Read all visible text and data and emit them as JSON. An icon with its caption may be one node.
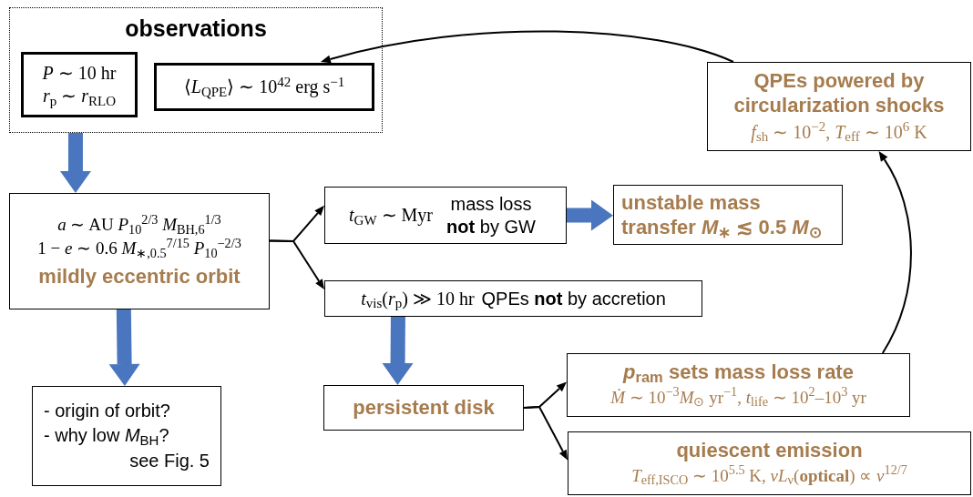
{
  "diagram": {
    "nodes": [
      {
        "text": [
          "observations"
        ]
      },
      {
        "text": [
          "*P* ∼ 10 hr",
          "*r*$_{p}$ ∼ *r*$_{RLO}$"
        ],
        "in": 0
      },
      {
        "text": [
          "⟨*L*$_{QPE}$⟩ ∼ 10$^{42}$ erg s$^{−1}$"
        ],
        "in": 0
      },
      {
        "text": [
          "QPEs powered by circularization shocks",
          "*f*$_{sh}$ ∼ 10$^{−2}$, *T*$_{eff}$ ∼ 10$^{6}$ K"
        ]
      },
      {
        "text": [
          "*a* ∼ AU *P*$_{10}$$^{2/3}$ *M*$_{BH,6}$$^{1/3}$",
          "1 − *e* ∼ 0.6 *M*$_{∗,0.5}$$^{7/15}$ *P*$_{10}$$^{−2/3}$",
          "mildly eccentric orbit"
        ]
      },
      {
        "text": [
          "*t*$_{GW}$ ∼ Myr",
          "mass loss **not** by GW"
        ]
      },
      {
        "text": [
          "unstable mass transfer *M*$_{∗}$ ≲ 0.5 *M*$_{⊙}$"
        ]
      },
      {
        "text": [
          "*t*$_{vis}$(*r*$_{p}$) ≫ 10 hr",
          "QPEs **not** by accretion"
        ]
      },
      {
        "text": [
          "- origin of orbit?",
          "- why low *M*$_{BH}$?",
          "see Fig. 5"
        ]
      },
      {
        "text": [
          "persistent disk"
        ]
      },
      {
        "text": [
          "*p*$_{ram}$ **sets mass loss rate**",
          "*Ṁ* ∼ 10$^{−3}$*M*$_{⊙}$ yr$^{−1}$, *t*$_{life}$ ∼ 10$^{2}$–10$^{3}$ yr"
        ]
      },
      {
        "text": [
          "quiescent emission",
          "*T*$_{eff,ISCO}$ ∼ 10$^{5.5}$ K, *νL*$_{ν}$(**optical**) ∝ *ν*$^{12/7}$"
        ]
      }
    ],
    "edges": [
      {
        "from": 0,
        "to": 4,
        "arrow": "to",
        "style": "thick",
        "color": "#4a76bf"
      },
      {
        "from": 4,
        "to": 5,
        "arrow": "to"
      },
      {
        "from": 4,
        "to": 7,
        "arrow": "to"
      },
      {
        "from": 5,
        "to": 6,
        "arrow": "to",
        "style": "thick",
        "color": "#4a76bf"
      },
      {
        "from": 4,
        "to": 8,
        "arrow": "to",
        "style": "thick",
        "color": "#4a76bf"
      },
      {
        "from": 7,
        "to": 9,
        "arrow": "to",
        "style": "thick",
        "color": "#4a76bf"
      },
      {
        "from": 9,
        "to": 10,
        "arrow": "to"
      },
      {
        "from": 9,
        "to": 11,
        "arrow": "to"
      },
      {
        "from": 10,
        "to": 3,
        "arrow": "to"
      },
      {
        "from": 3,
        "to": 2,
        "arrow": "to"
      }
    ]
  }
}
